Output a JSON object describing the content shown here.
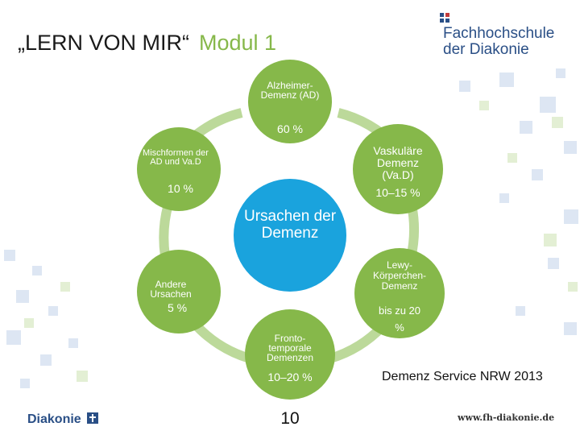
{
  "header": {
    "title": "„LERN VON MIR“",
    "subtitle": "Modul 1"
  },
  "logo_top": {
    "line1": "Fachhochschule",
    "line2": "der Diakonie"
  },
  "diagram": {
    "center": "Ursachen der Demenz",
    "nodes": [
      {
        "label": "Alzheimer-Demenz (AD)",
        "value": "60 %"
      },
      {
        "label": "Vaskuläre Demenz (Va.D)",
        "value": "10–15 %"
      },
      {
        "label": "Lewy-Körperchen-Demenz",
        "value": "bis zu 20 %"
      },
      {
        "label": "Fronto-temporale Demenzen",
        "value": "10–20 %"
      },
      {
        "label": "Andere Ursachen",
        "value": "5 %"
      },
      {
        "label": "Mischformen der AD und Va.D",
        "value": "10 %"
      }
    ],
    "colors": {
      "node": "#86b84a",
      "center": "#1aa3dd",
      "ring": "#bcd99a"
    }
  },
  "footer": {
    "source": "Demenz Service NRW 2013",
    "page": "10",
    "logo": "Diakonie",
    "url": "www.fh-diakonie.de"
  }
}
